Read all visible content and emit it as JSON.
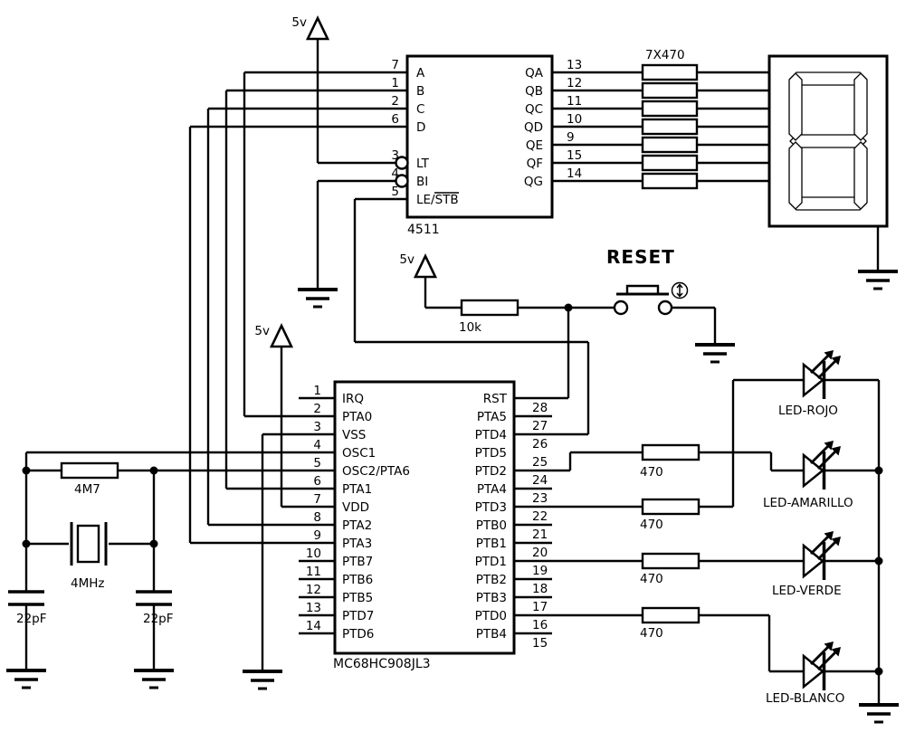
{
  "colors": {
    "ink": "#000000",
    "paper": "#ffffff"
  },
  "power_labels": {
    "decoder": "5v",
    "mcu": "5v",
    "reset": "5v"
  },
  "decoder": {
    "label": "4511",
    "left_pins": [
      {
        "num": "7",
        "name": "A"
      },
      {
        "num": "1",
        "name": "B"
      },
      {
        "num": "2",
        "name": "C"
      },
      {
        "num": "6",
        "name": "D"
      },
      {
        "num": "3",
        "name": "LT"
      },
      {
        "num": "4",
        "name": "BI"
      },
      {
        "num": "5",
        "name": "LE/STB"
      }
    ],
    "right_pins": [
      {
        "num": "13",
        "name": "QA"
      },
      {
        "num": "12",
        "name": "QB"
      },
      {
        "num": "11",
        "name": "QC"
      },
      {
        "num": "10",
        "name": "QD"
      },
      {
        "num": "9",
        "name": "QE"
      },
      {
        "num": "15",
        "name": "QF"
      },
      {
        "num": "14",
        "name": "QG"
      }
    ]
  },
  "resistor_pack": {
    "label": "7X470"
  },
  "reset": {
    "title": "RESET",
    "pullup": "10k"
  },
  "mcu": {
    "label": "MC68HC908JL3",
    "left_pins": [
      {
        "num": "1",
        "name": "IRQ"
      },
      {
        "num": "2",
        "name": "PTA0"
      },
      {
        "num": "3",
        "name": "VSS"
      },
      {
        "num": "4",
        "name": "OSC1"
      },
      {
        "num": "5",
        "name": "OSC2/PTA6"
      },
      {
        "num": "6",
        "name": "PTA1"
      },
      {
        "num": "7",
        "name": "VDD"
      },
      {
        "num": "8",
        "name": "PTA2"
      },
      {
        "num": "9",
        "name": "PTA3"
      },
      {
        "num": "10",
        "name": "PTB7"
      },
      {
        "num": "11",
        "name": "PTB6"
      },
      {
        "num": "12",
        "name": "PTB5"
      },
      {
        "num": "13",
        "name": "PTD7"
      },
      {
        "num": "14",
        "name": "PTD6"
      }
    ],
    "right_pins": [
      {
        "num": "28",
        "name": "RST"
      },
      {
        "num": "27",
        "name": "PTA5"
      },
      {
        "num": "26",
        "name": "PTD4"
      },
      {
        "num": "25",
        "name": "PTD5"
      },
      {
        "num": "24",
        "name": "PTD2"
      },
      {
        "num": "23",
        "name": "PTA4"
      },
      {
        "num": "22",
        "name": "PTD3"
      },
      {
        "num": "21",
        "name": "PTB0"
      },
      {
        "num": "20",
        "name": "PTB1"
      },
      {
        "num": "19",
        "name": "PTD1"
      },
      {
        "num": "18",
        "name": "PTB2"
      },
      {
        "num": "17",
        "name": "PTB3"
      },
      {
        "num": "16",
        "name": "PTD0"
      },
      {
        "num": "15",
        "name": "PTB4"
      }
    ]
  },
  "oscillator": {
    "feedback_resistor": "4M7",
    "crystal": "4MHz",
    "cap_left": "22pF",
    "cap_right": "22pF"
  },
  "leds": [
    {
      "label": "LED-ROJO",
      "resistor": "470"
    },
    {
      "label": "LED-AMARILLO",
      "resistor": "470"
    },
    {
      "label": "LED-VERDE",
      "resistor": "470"
    },
    {
      "label": "LED-BLANCO",
      "resistor": "470"
    }
  ]
}
